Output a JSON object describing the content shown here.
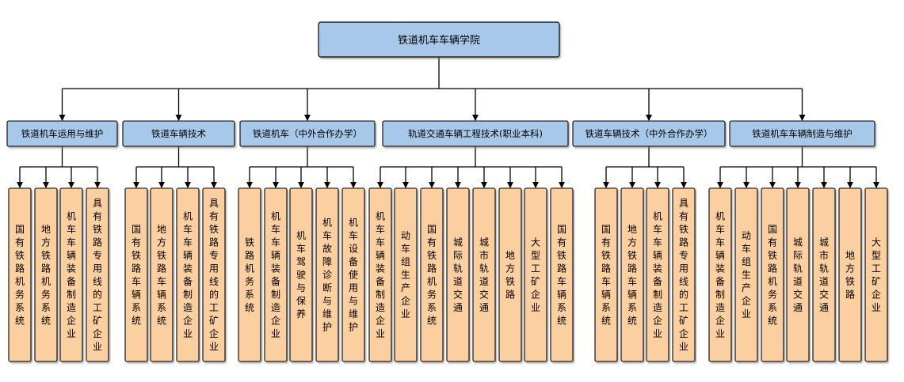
{
  "diagram": {
    "root": {
      "label": "铁道机车车辆学院"
    },
    "programs": [
      {
        "label": "铁道机车运用与维护",
        "employers": [
          "国有铁路机务系统",
          "地方铁路机务系统",
          "机车车辆装备制造企业",
          "具有铁路专用线的工矿企业"
        ]
      },
      {
        "label": "铁道车辆技术",
        "employers": [
          "国有铁路车辆系统",
          "地方铁路车辆系统",
          "机车车辆装备制造企业",
          "具有铁路专用线的工矿企业"
        ]
      },
      {
        "label": "铁道机车（中外合作办学）",
        "employers": [
          "铁路机务系统",
          "机车车辆装备制造企业",
          "机车驾驶与保养",
          "机车故障诊断与维护",
          "机车设备使用与维护"
        ]
      },
      {
        "label": "轨道交通车辆工程技术(职业本科)",
        "employers": [
          "机车车辆装备制造企业",
          "动车组生产企业",
          "国有铁路机务系统",
          "城际轨道交通",
          "城市轨道交通",
          "地方铁路",
          "大型工矿企业",
          "国有铁路车辆系统"
        ]
      },
      {
        "label": "铁道车辆技术（中外合作办学）",
        "employers": [
          "国有铁路车辆系统",
          "地方铁路车辆系统",
          "机车车辆装备制造企业",
          "具有铁路专用线的工矿企业"
        ]
      },
      {
        "label": "铁道机车车辆制造与维护",
        "employers": [
          "机车车辆装备制造企业",
          "动车组生产企业",
          "国有铁路机务系统",
          "城际轨道交通",
          "城市轨道交通",
          "地方铁路",
          "大型工矿企业"
        ]
      }
    ]
  },
  "colors": {
    "root_fill": "#a8c8ea",
    "program_fill": "#a8c8ea",
    "leaf_fill": "#fbcfa0",
    "border": "#000000",
    "connector": "#000000"
  }
}
